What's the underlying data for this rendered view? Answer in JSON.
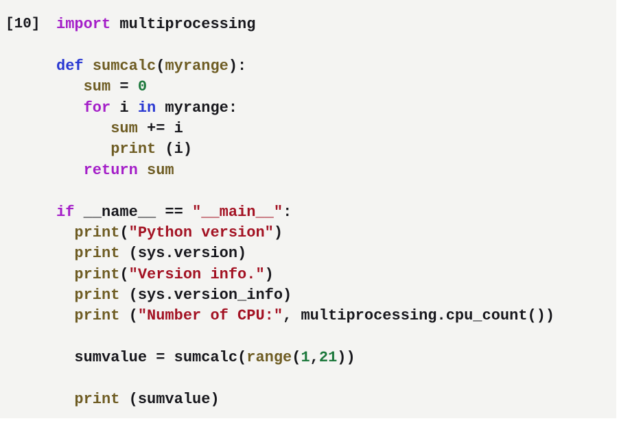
{
  "cell": {
    "execution_count": "[10]",
    "palette": {
      "background": "#f4f4f2",
      "text": "#17171c",
      "keyword": "#a41ec8",
      "keyword2": "#2837d2",
      "builtin": "#6e5c23",
      "string": "#a31223",
      "number": "#1c783c"
    },
    "code_lines": [
      {
        "tokens": [
          {
            "c": "kw1",
            "t": "import"
          },
          {
            "c": "pl",
            "t": " multiprocessing"
          }
        ]
      },
      {
        "tokens": []
      },
      {
        "tokens": [
          {
            "c": "kw2",
            "t": "def"
          },
          {
            "c": "pl",
            "t": " "
          },
          {
            "c": "bi",
            "t": "sumcalc"
          },
          {
            "c": "pl",
            "t": "("
          },
          {
            "c": "bi",
            "t": "myrange"
          },
          {
            "c": "pl",
            "t": "):"
          }
        ]
      },
      {
        "tokens": [
          {
            "c": "pl",
            "t": "   "
          },
          {
            "c": "bi",
            "t": "sum"
          },
          {
            "c": "pl",
            "t": " = "
          },
          {
            "c": "num",
            "t": "0"
          }
        ]
      },
      {
        "tokens": [
          {
            "c": "pl",
            "t": "   "
          },
          {
            "c": "kw1",
            "t": "for"
          },
          {
            "c": "pl",
            "t": " i "
          },
          {
            "c": "kw2",
            "t": "in"
          },
          {
            "c": "pl",
            "t": " myrange:"
          }
        ]
      },
      {
        "tokens": [
          {
            "c": "pl",
            "t": "      "
          },
          {
            "c": "bi",
            "t": "sum"
          },
          {
            "c": "pl",
            "t": " += i"
          }
        ]
      },
      {
        "tokens": [
          {
            "c": "pl",
            "t": "      "
          },
          {
            "c": "bi",
            "t": "print"
          },
          {
            "c": "pl",
            "t": " (i)"
          }
        ]
      },
      {
        "tokens": [
          {
            "c": "pl",
            "t": "   "
          },
          {
            "c": "kw1",
            "t": "return"
          },
          {
            "c": "pl",
            "t": " "
          },
          {
            "c": "bi",
            "t": "sum"
          }
        ]
      },
      {
        "tokens": []
      },
      {
        "tokens": [
          {
            "c": "kw1",
            "t": "if"
          },
          {
            "c": "pl",
            "t": " __name__ == "
          },
          {
            "c": "str",
            "t": "\"__main__\""
          },
          {
            "c": "pl",
            "t": ":"
          }
        ]
      },
      {
        "tokens": [
          {
            "c": "pl",
            "t": "  "
          },
          {
            "c": "bi",
            "t": "print"
          },
          {
            "c": "pl",
            "t": "("
          },
          {
            "c": "str",
            "t": "\"Python version\""
          },
          {
            "c": "pl",
            "t": ")"
          }
        ]
      },
      {
        "tokens": [
          {
            "c": "pl",
            "t": "  "
          },
          {
            "c": "bi",
            "t": "print"
          },
          {
            "c": "pl",
            "t": " (sys.version)"
          }
        ]
      },
      {
        "tokens": [
          {
            "c": "pl",
            "t": "  "
          },
          {
            "c": "bi",
            "t": "print"
          },
          {
            "c": "pl",
            "t": "("
          },
          {
            "c": "str",
            "t": "\"Version info.\""
          },
          {
            "c": "pl",
            "t": ")"
          }
        ]
      },
      {
        "tokens": [
          {
            "c": "pl",
            "t": "  "
          },
          {
            "c": "bi",
            "t": "print"
          },
          {
            "c": "pl",
            "t": " (sys.version_info)"
          }
        ]
      },
      {
        "tokens": [
          {
            "c": "pl",
            "t": "  "
          },
          {
            "c": "bi",
            "t": "print"
          },
          {
            "c": "pl",
            "t": " ("
          },
          {
            "c": "str",
            "t": "\"Number of CPU:\""
          },
          {
            "c": "pl",
            "t": ", multiprocessing.cpu_count())"
          }
        ]
      },
      {
        "tokens": []
      },
      {
        "tokens": [
          {
            "c": "pl",
            "t": "  sumvalue = sumcalc("
          },
          {
            "c": "bi",
            "t": "range"
          },
          {
            "c": "pl",
            "t": "("
          },
          {
            "c": "num",
            "t": "1"
          },
          {
            "c": "pl",
            "t": ","
          },
          {
            "c": "num",
            "t": "21"
          },
          {
            "c": "pl",
            "t": "))"
          }
        ]
      },
      {
        "tokens": []
      },
      {
        "tokens": [
          {
            "c": "pl",
            "t": "  "
          },
          {
            "c": "bi",
            "t": "print"
          },
          {
            "c": "pl",
            "t": " (sumvalue)"
          }
        ]
      }
    ]
  }
}
